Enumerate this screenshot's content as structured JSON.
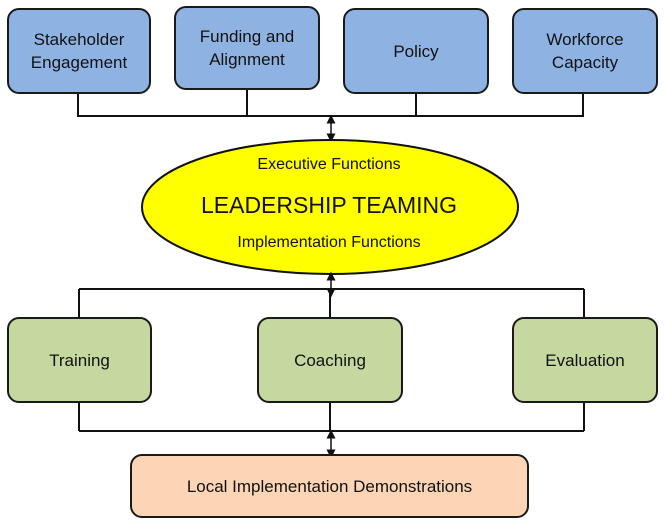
{
  "top_row": [
    {
      "label": "Stakeholder\nEngagement"
    },
    {
      "label": "Funding and\nAlignment"
    },
    {
      "label": "Policy"
    },
    {
      "label": "Workforce\nCapacity"
    }
  ],
  "center": {
    "top_label": "Executive Functions",
    "title": "LEADERSHIP TEAMING",
    "bottom_label": "Implementation Functions"
  },
  "middle_row": [
    {
      "label": "Training"
    },
    {
      "label": "Coaching"
    },
    {
      "label": "Evaluation"
    }
  ],
  "bottom": {
    "label": "Local Implementation Demonstrations"
  },
  "colors": {
    "top_fill": "#8eb3e3",
    "center_fill": "#ffff00",
    "middle_fill": "#c5d8a0",
    "bottom_fill": "#fbd5b5"
  }
}
